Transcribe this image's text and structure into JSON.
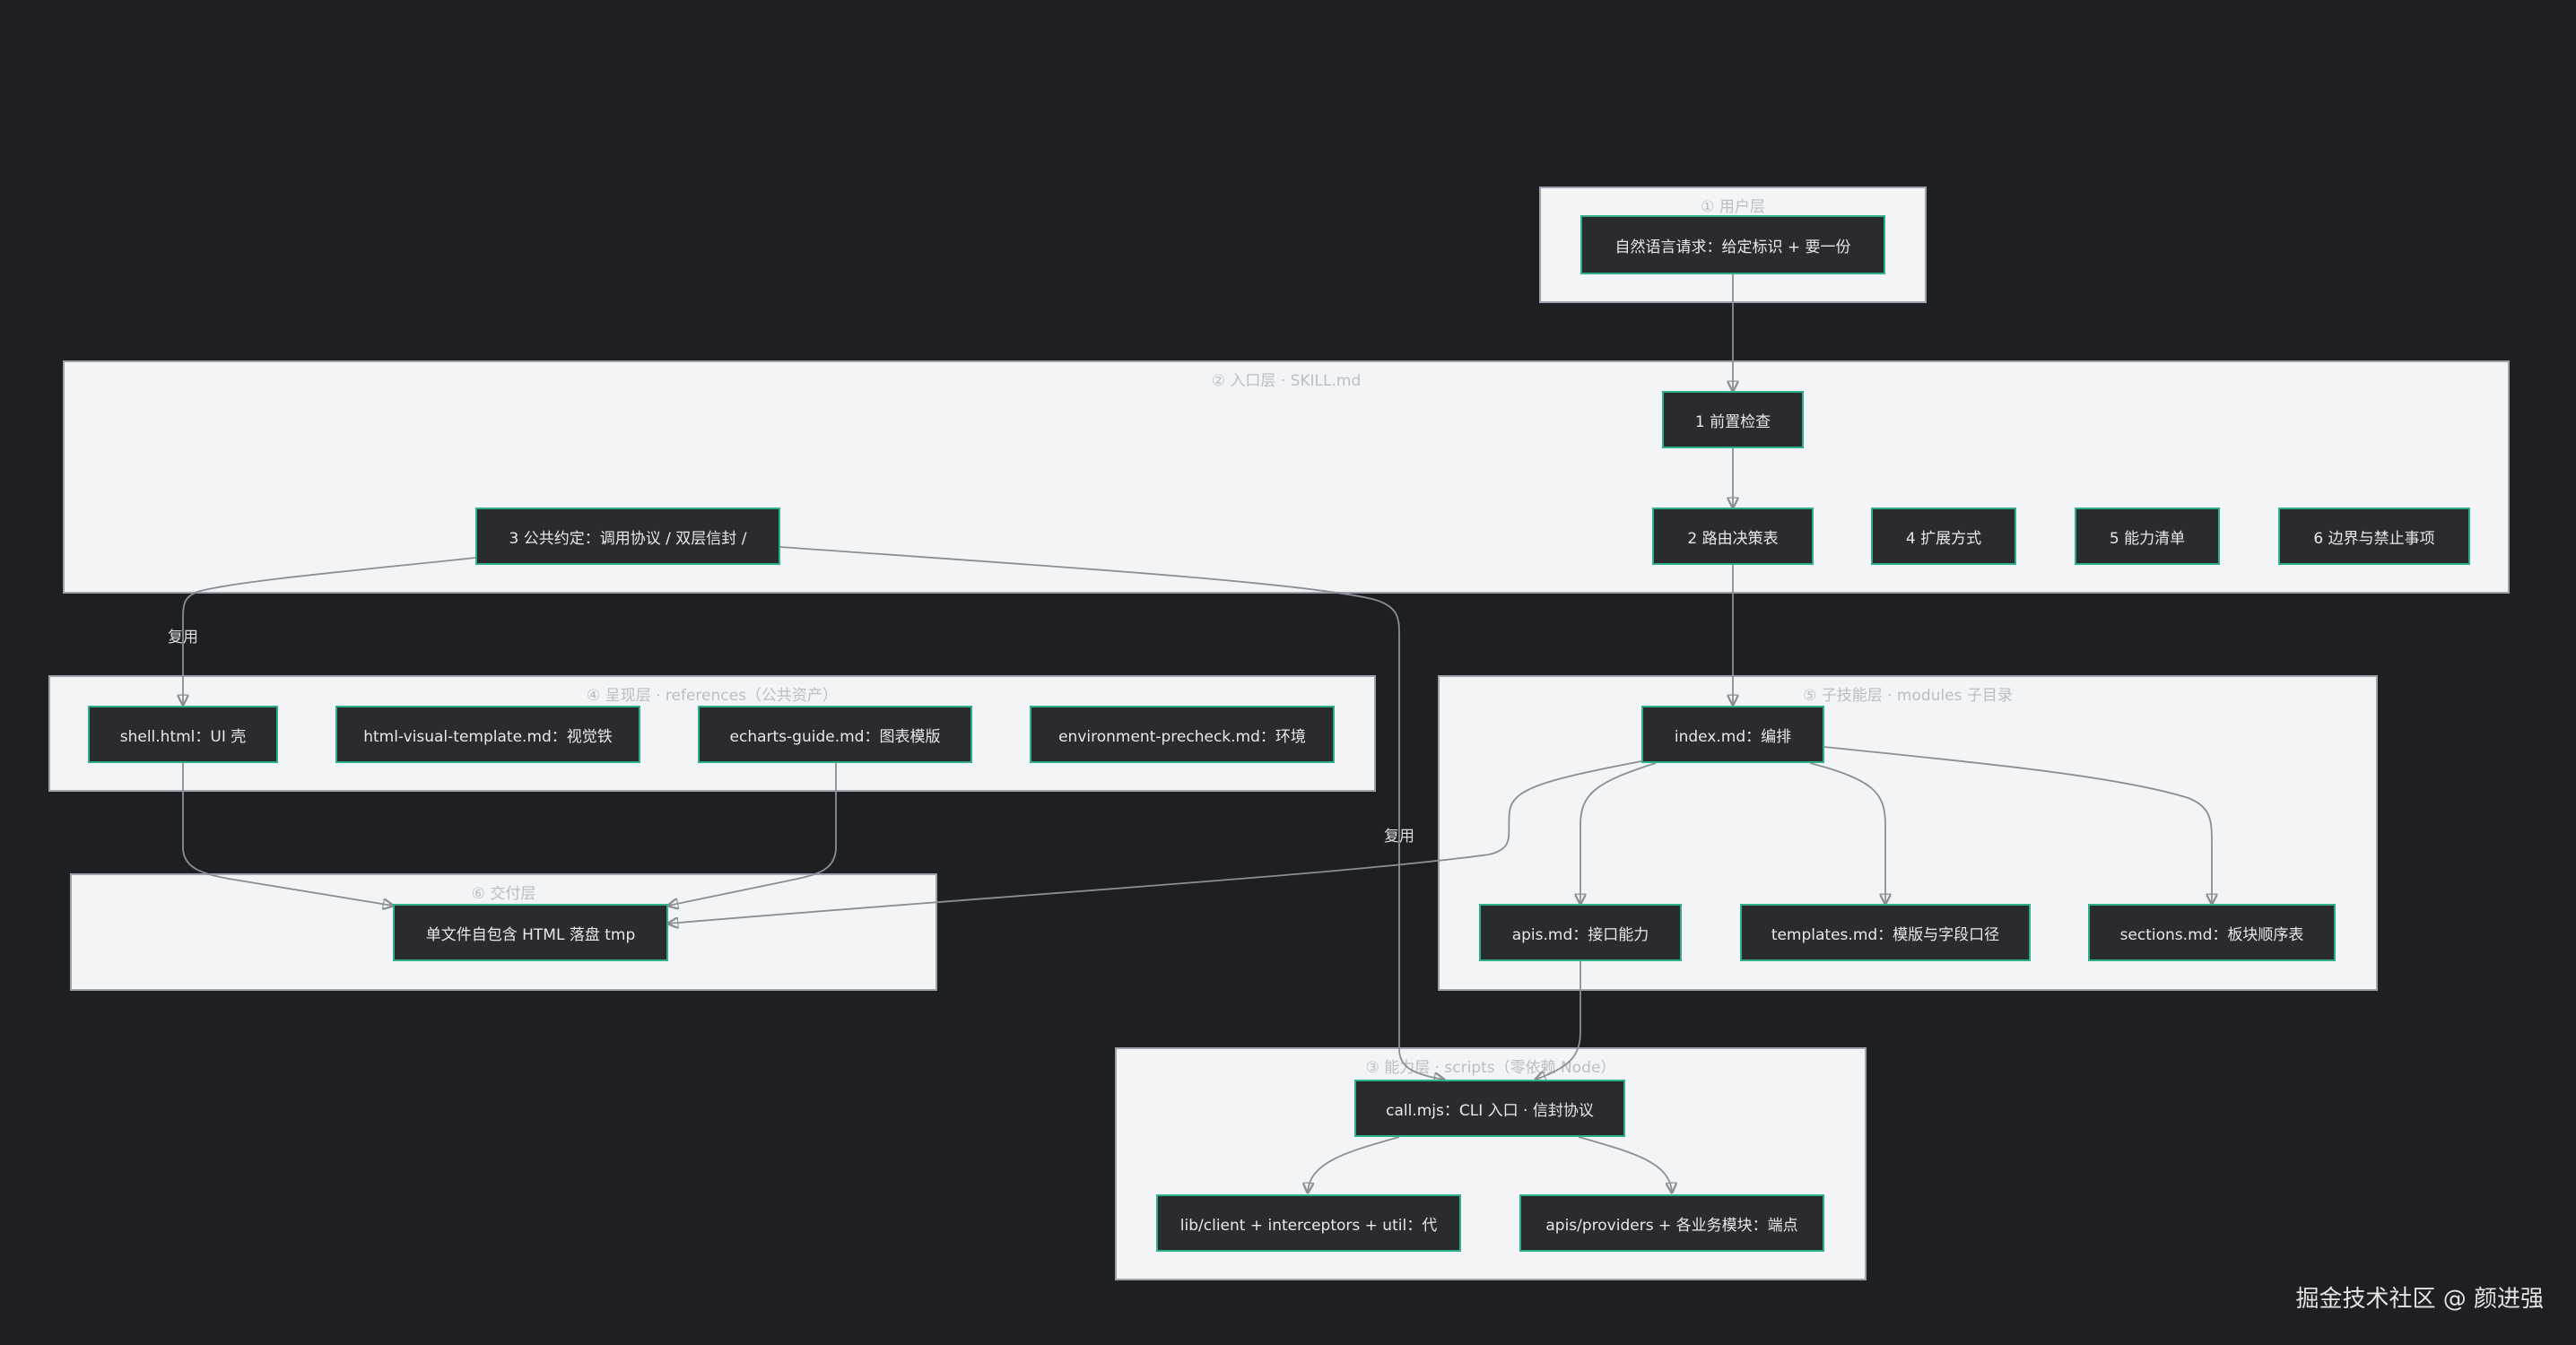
{
  "clusters": {
    "user": "① 用户层",
    "entry": "② 入口层 · SKILL.md",
    "present": "④ 呈现层 · references（公共资产）",
    "sub": "⑤ 子技能层 · modules 子目录",
    "deliver": "⑥ 交付层",
    "capability": "③ 能力层 · scripts（零依赖 Node）"
  },
  "nodes": {
    "request": "自然语言请求：给定标识 + 要一份",
    "precheck": "1 前置检查",
    "routing": "2 路由决策表",
    "extend": "4 扩展方式",
    "abilities": "5 能力清单",
    "boundary": "6 边界与禁止事项",
    "convention": "3 公共约定：调用协议 / 双层信封 /",
    "shell": "shell.html：UI 壳",
    "visual_template": "html-visual-template.md：视觉铁",
    "echarts_guide": "echarts-guide.md：图表模版",
    "env_precheck": "environment-precheck.md：环境",
    "index": "index.md：编排",
    "apis": "apis.md：接口能力",
    "templates": "templates.md：模版与字段口径",
    "sections": "sections.md：板块顺序表",
    "output": "单文件自包含 HTML 落盘 tmp",
    "call": "call.mjs：CLI 入口 · 信封协议",
    "lib_client": "lib/client + interceptors + util：代",
    "providers": "apis/providers + 各业务模块：端点"
  },
  "edge_labels": {
    "reuse_left": "复用",
    "reuse_right": "复用"
  },
  "watermark": "掘金技术社区 @ 颜进强"
}
